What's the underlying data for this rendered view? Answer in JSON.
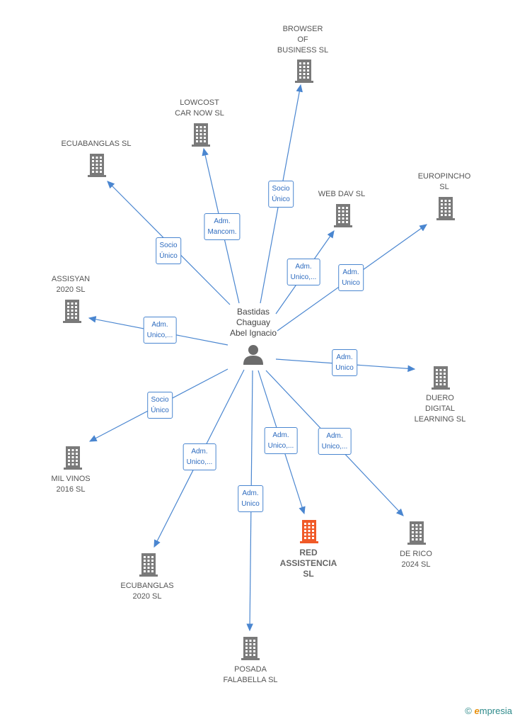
{
  "person": {
    "name": "Bastidas\nChaguay\nAbel Ignacio",
    "icon": "person-icon"
  },
  "companies": [
    {
      "id": "browser",
      "name": "BROWSER\nOF\nBUSINESS SL",
      "icon": "building-icon",
      "highlight": false
    },
    {
      "id": "lowcost",
      "name": "LOWCOST\nCAR NOW SL",
      "icon": "building-icon",
      "highlight": false
    },
    {
      "id": "ecubanglas",
      "name": "ECUABANGLAS SL",
      "icon": "building-icon",
      "highlight": false
    },
    {
      "id": "webdav",
      "name": "WEB DAV SL",
      "icon": "building-icon",
      "highlight": false
    },
    {
      "id": "europincho",
      "name": "EUROPINCHO\nSL",
      "icon": "building-icon",
      "highlight": false
    },
    {
      "id": "assisyan",
      "name": "ASSISYAN\n2020 SL",
      "icon": "building-icon",
      "highlight": false
    },
    {
      "id": "duero",
      "name": "DUERO\nDIGITAL\nLEARNING SL",
      "icon": "building-icon",
      "highlight": false
    },
    {
      "id": "milvinos",
      "name": "MIL VINOS\n2016 SL",
      "icon": "building-icon",
      "highlight": false
    },
    {
      "id": "ecubanglas2020",
      "name": "ECUBANGLAS\n2020 SL",
      "icon": "building-icon",
      "highlight": false
    },
    {
      "id": "posada",
      "name": "POSADA\nFALABELLA SL",
      "icon": "building-icon",
      "highlight": false
    },
    {
      "id": "red",
      "name": "RED\nASSISTENCIA\nSL",
      "icon": "building-icon",
      "highlight": true
    },
    {
      "id": "derico",
      "name": "DE RICO\n2024 SL",
      "icon": "building-icon",
      "highlight": false
    }
  ],
  "relations": [
    {
      "target": "browser",
      "label": "Socio\nÚnico"
    },
    {
      "target": "lowcost",
      "label": "Adm.\nMancom."
    },
    {
      "target": "ecubanglas",
      "label": "Socio\nÚnico"
    },
    {
      "target": "webdav",
      "label": "Adm.\nUnico,..."
    },
    {
      "target": "europincho",
      "label": "Adm.\nUnico"
    },
    {
      "target": "assisyan",
      "label": "Adm.\nUnico,..."
    },
    {
      "target": "duero",
      "label": "Adm.\nUnico"
    },
    {
      "target": "milvinos",
      "label": "Socio\nÚnico"
    },
    {
      "target": "ecubanglas2020",
      "label": "Adm.\nUnico,..."
    },
    {
      "target": "posada",
      "label": "Adm.\nUnico"
    },
    {
      "target": "red",
      "label": "Adm.\nUnico,..."
    },
    {
      "target": "derico",
      "label": "Adm.\nUnico,..."
    }
  ],
  "colors": {
    "edge": "#4a86d0",
    "building": "#7a7a7a",
    "highlight": "#f05a28",
    "person": "#6b6b6b"
  },
  "footer": {
    "copyright": "©",
    "brand_initial": "e",
    "brand_rest": "mpresia"
  }
}
